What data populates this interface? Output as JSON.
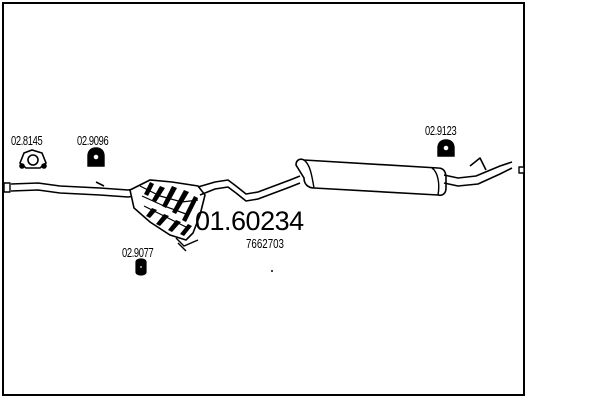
{
  "assembly": {
    "main_code": "01.60234",
    "oem_code": "7662703"
  },
  "parts": [
    {
      "code": "02.8145",
      "icon": "gasket-icon"
    },
    {
      "code": "02.9096",
      "icon": "rubber-hanger-icon"
    },
    {
      "code": "02.9077",
      "icon": "rubber-mount-icon"
    },
    {
      "code": "02.9123",
      "icon": "rubber-hanger-icon"
    }
  ],
  "colors": {
    "line": "#000000",
    "background": "#ffffff"
  }
}
